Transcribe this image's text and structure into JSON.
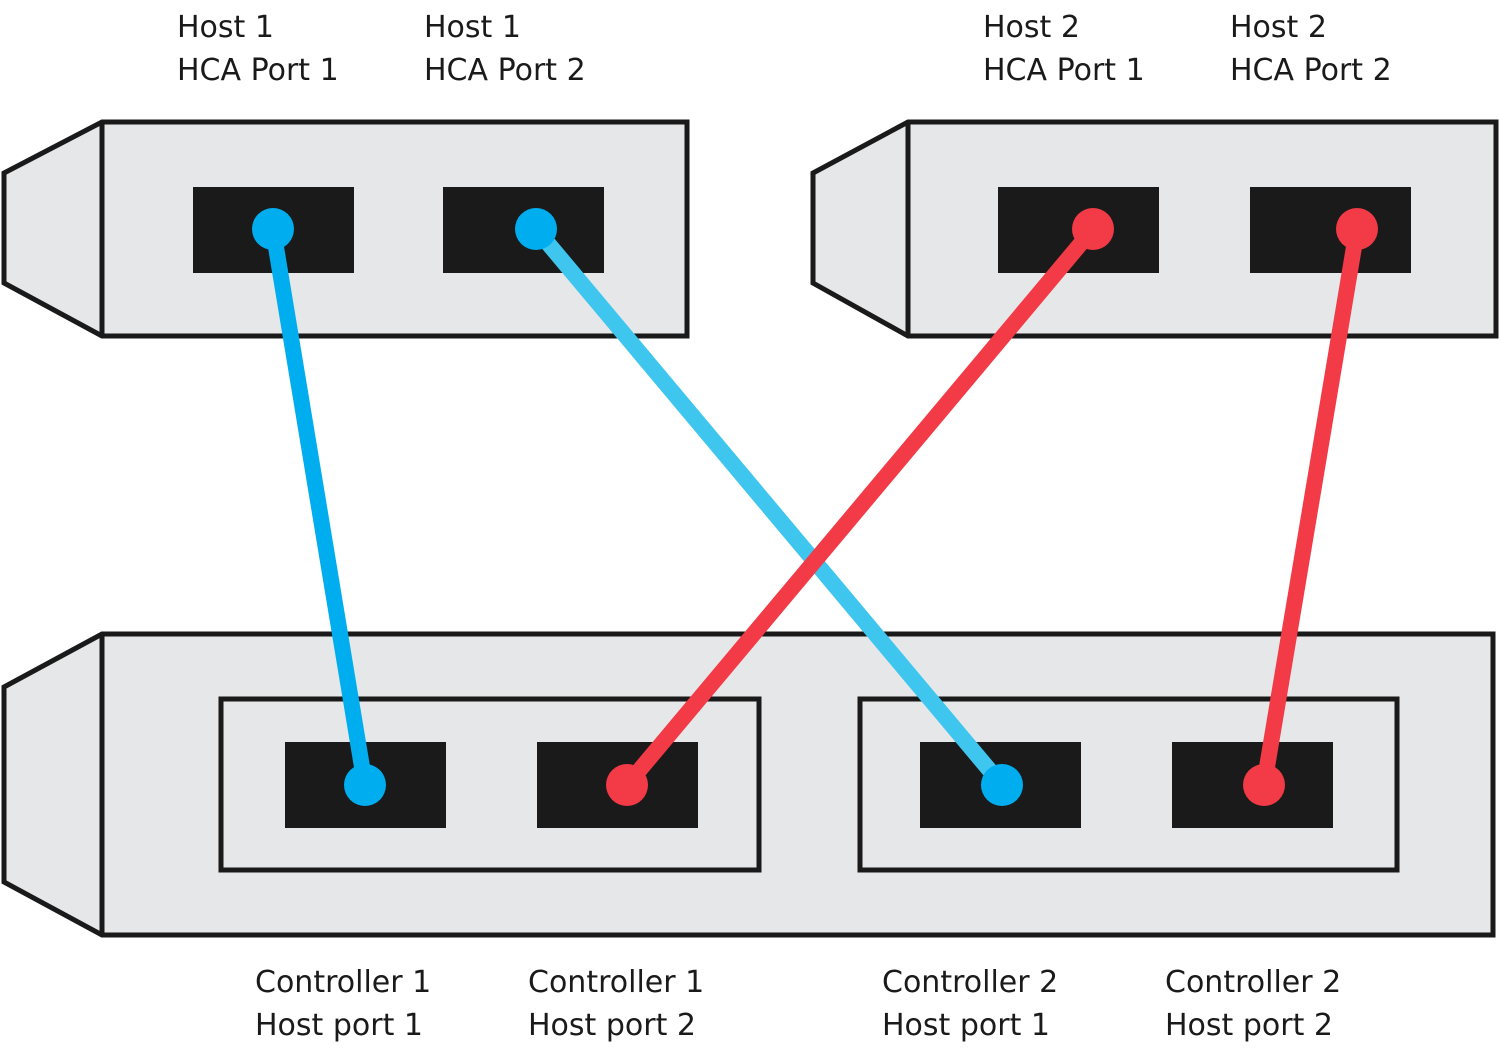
{
  "colors": {
    "chassis_fill": "#e6e7e8",
    "outline": "#1a1a1a",
    "port_fill": "#1a1a1a",
    "host1_cable_port1": "#00aeef",
    "host1_cable_port2": "#3fc6ef",
    "host2_cable": "#f23b47"
  },
  "host_labels": [
    {
      "line1": "Host 1",
      "line2": "HCA Port 1"
    },
    {
      "line1": "Host 1",
      "line2": "HCA Port 2"
    },
    {
      "line1": "Host 2",
      "line2": "HCA Port 1"
    },
    {
      "line1": "Host 2",
      "line2": "HCA Port 2"
    }
  ],
  "controller_labels": [
    {
      "line1": "Controller 1",
      "line2": "Host port 1"
    },
    {
      "line1": "Controller 1",
      "line2": "Host port 2"
    },
    {
      "line1": "Controller 2",
      "line2": "Host port 1"
    },
    {
      "line1": "Controller 2",
      "line2": "Host port 2"
    }
  ]
}
